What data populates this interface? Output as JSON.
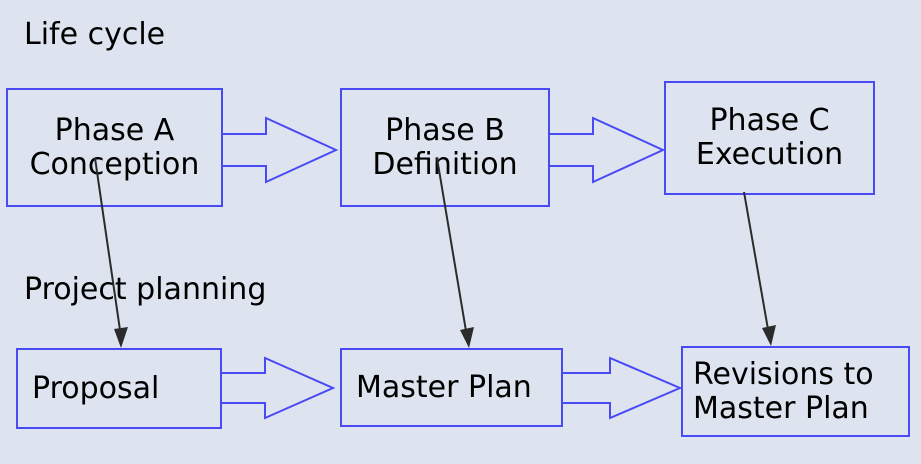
{
  "diagram": {
    "title_rows": [
      {
        "id": "lifecycle",
        "label": "Life cycle"
      },
      {
        "id": "planning",
        "label": "Project planning"
      }
    ],
    "nodes": [
      {
        "id": "phase-a",
        "row": "lifecycle",
        "lines": [
          "Phase A",
          "Conception"
        ]
      },
      {
        "id": "phase-b",
        "row": "lifecycle",
        "lines": [
          "Phase B",
          "Definition"
        ]
      },
      {
        "id": "phase-c",
        "row": "lifecycle",
        "lines": [
          "Phase C",
          "Execution"
        ]
      },
      {
        "id": "proposal",
        "row": "planning",
        "lines": [
          "Proposal"
        ]
      },
      {
        "id": "master-plan",
        "row": "planning",
        "lines": [
          "Master Plan"
        ]
      },
      {
        "id": "revisions",
        "row": "planning",
        "lines": [
          "Revisions to",
          "Master Plan"
        ]
      }
    ],
    "connectors": [
      {
        "id": "arrow-phase-a-to-phase-b",
        "kind": "block-arrow",
        "from": "phase-a",
        "to": "phase-b"
      },
      {
        "id": "arrow-phase-b-to-phase-c",
        "kind": "block-arrow",
        "from": "phase-b",
        "to": "phase-c"
      },
      {
        "id": "arrow-proposal-to-master-plan",
        "kind": "block-arrow",
        "from": "proposal",
        "to": "master-plan"
      },
      {
        "id": "arrow-master-plan-to-revisions",
        "kind": "block-arrow",
        "from": "master-plan",
        "to": "revisions"
      },
      {
        "id": "arrow-phase-a-to-proposal",
        "kind": "thin-arrow",
        "from": "phase-a",
        "to": "proposal"
      },
      {
        "id": "arrow-phase-b-to-master-plan",
        "kind": "thin-arrow",
        "from": "phase-b",
        "to": "master-plan"
      },
      {
        "id": "arrow-phase-c-to-revisions",
        "kind": "thin-arrow",
        "from": "phase-c",
        "to": "revisions"
      }
    ],
    "colors": {
      "background": "#dde4ef",
      "node_border": "#4949f5",
      "node_fill": "#dde4ef",
      "text": "#000000",
      "thin_arrow": "#2b2b2b"
    }
  }
}
